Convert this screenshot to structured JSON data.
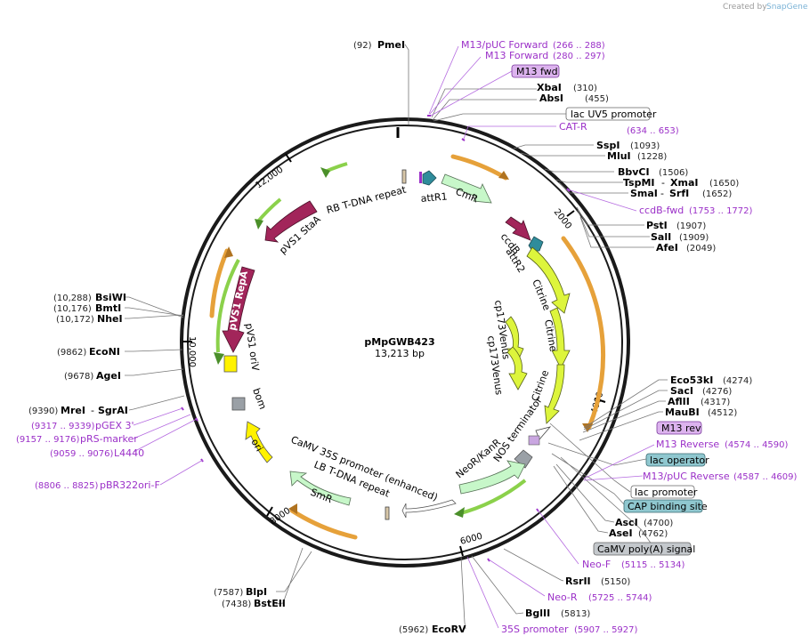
{
  "branding": {
    "created_by": "Created by",
    "name": "SnapGene"
  },
  "plasmid": {
    "name": "pMpGWB423",
    "size": "13,213 bp"
  },
  "ticks": [
    "2000",
    "4000",
    "6000",
    "8000",
    "10,000",
    "12,000"
  ],
  "features": {
    "rb_tdna": "RB T-DNA repeat",
    "attR1": "attR1",
    "cmR": "CmR",
    "ccdB": "ccdB",
    "attR2": "attR2",
    "citrine1": "Citrine",
    "citrine2": "Citrine",
    "citrine3": "Citrine",
    "cp173venus1": "cp173Venus",
    "cp173venus2": "cp173Venus",
    "pvs1_staa": "pVS1 StaA",
    "pvs1_repa": "pVS1 RepA",
    "pvs1_oriv": "pVS1 oriV",
    "bom": "bom",
    "ori": "ori",
    "camv35s": "CaMV 35S promoter (enhanced)",
    "lb_tdna": "LB T-DNA repeat",
    "smr": "SmR",
    "neor": "NeoR/KanR",
    "nos_term": "NOS terminator"
  },
  "sites": [
    {
      "name": "PmeI",
      "pos": "(92)"
    },
    {
      "name": "XbaI",
      "pos": "(310)"
    },
    {
      "name": "AbsI",
      "pos": "(455)"
    },
    {
      "name": "SspI",
      "pos": "(1093)"
    },
    {
      "name": "MluI",
      "pos": "(1228)"
    },
    {
      "name": "BbvCI",
      "pos": "(1506)"
    },
    {
      "name": "TspMI",
      "pos": "(1650)"
    },
    {
      "name": "XmaI",
      "pos": ""
    },
    {
      "name": "SmaI",
      "pos": "(1652)"
    },
    {
      "name": "SrfI",
      "pos": ""
    },
    {
      "name": "PstI",
      "pos": "(1907)"
    },
    {
      "name": "SalI",
      "pos": "(1909)"
    },
    {
      "name": "AfeI",
      "pos": "(2049)"
    },
    {
      "name": "Eco53kI",
      "pos": "(4274)"
    },
    {
      "name": "SacI",
      "pos": "(4276)"
    },
    {
      "name": "AflII",
      "pos": "(4317)"
    },
    {
      "name": "MauBI",
      "pos": "(4512)"
    },
    {
      "name": "AscI",
      "pos": "(4700)"
    },
    {
      "name": "AseI",
      "pos": "(4762)"
    },
    {
      "name": "RsrII",
      "pos": "(5150)"
    },
    {
      "name": "BglII",
      "pos": "(5813)"
    },
    {
      "name": "EcoRV",
      "pos": "(5962)"
    },
    {
      "name": "BlpI",
      "pos": "(7587)"
    },
    {
      "name": "BstEII",
      "pos": "(7438)"
    },
    {
      "name": "MreI",
      "pos": "(9390)"
    },
    {
      "name": "SgrAI",
      "pos": ""
    },
    {
      "name": "AgeI",
      "pos": "(9678)"
    },
    {
      "name": "EcoNI",
      "pos": "(9862)"
    },
    {
      "name": "BsiWI",
      "pos": "(10,288)"
    },
    {
      "name": "BmtI",
      "pos": "(10,176)"
    },
    {
      "name": "NheI",
      "pos": "(10,172)"
    }
  ],
  "primers": [
    {
      "name": "M13/pUC Forward",
      "range": "(266 .. 288)"
    },
    {
      "name": "M13 Forward",
      "range": "(280 .. 297)"
    },
    {
      "name": "CAT-R",
      "range": "(634 .. 653)"
    },
    {
      "name": "ccdB-fwd",
      "range": "(1753 .. 1772)"
    },
    {
      "name": "M13 Reverse",
      "range": "(4574 .. 4590)"
    },
    {
      "name": "M13/pUC Reverse",
      "range": "(4587 .. 4609)"
    },
    {
      "name": "Neo-F",
      "range": "(5115 .. 5134)"
    },
    {
      "name": "Neo-R",
      "range": "(5725 .. 5744)"
    },
    {
      "name": "35S promoter",
      "range": "(5907 .. 5927)"
    },
    {
      "name": "pBR322ori-F",
      "range": "(8806 .. 8825)"
    },
    {
      "name": "L4440",
      "range": "(9059 .. 9076)"
    },
    {
      "name": "pRS-marker",
      "range": "(9157 .. 9176)"
    },
    {
      "name": "pGEX 3'",
      "range": "(9317 .. 9339)"
    }
  ],
  "boxes": {
    "m13_fwd": "M13 fwd",
    "lac_uv5": "lac UV5 promoter",
    "m13_rev": "M13 rev",
    "lac_operator": "lac operator",
    "lac_promoter": "lac promoter",
    "cap_site": "CAP binding site",
    "camv_polya": "CaMV poly(A) signal"
  },
  "colors": {
    "backbone": "#1a1a1a",
    "orange": "#e6a13a",
    "green": "#8bd14b",
    "purple": "#9b30c8",
    "citrine": "#ddf53c",
    "maroon": "#a2255a",
    "teal": "#2f8c9b",
    "cmr": "#c7f7c9",
    "ori": "#fff200",
    "grey": "#9aa0a6"
  }
}
